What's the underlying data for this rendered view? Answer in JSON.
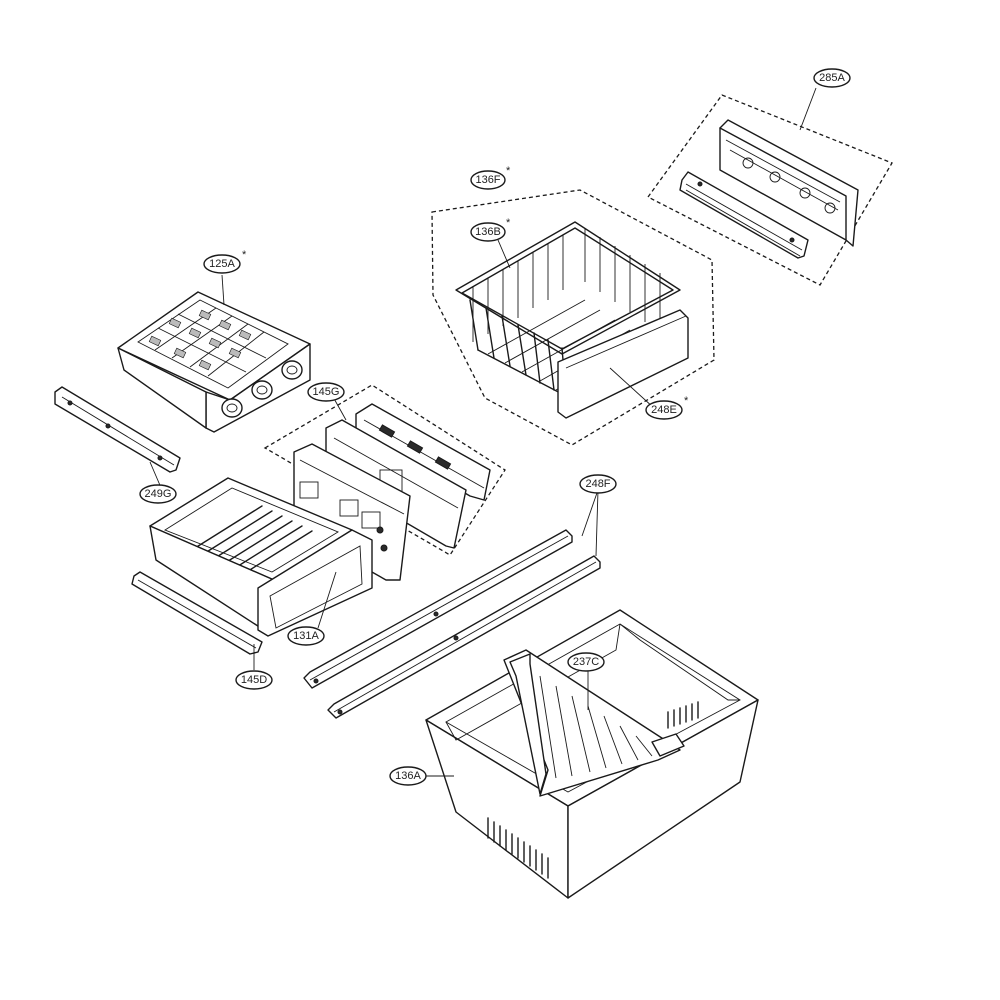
{
  "diagram": {
    "type": "exploded-parts-diagram",
    "callouts": {
      "c285A": {
        "label": "285A",
        "asterisk": ""
      },
      "c136F": {
        "label": "136F",
        "asterisk": "*"
      },
      "c136B": {
        "label": "136B",
        "asterisk": "*"
      },
      "c125A": {
        "label": "125A",
        "asterisk": "*"
      },
      "c145G": {
        "label": "145G",
        "asterisk": ""
      },
      "c249G": {
        "label": "249G",
        "asterisk": ""
      },
      "c248E": {
        "label": "248E",
        "asterisk": "*"
      },
      "c248F": {
        "label": "248F",
        "asterisk": ""
      },
      "c131A": {
        "label": "131A",
        "asterisk": ""
      },
      "c145D": {
        "label": "145D",
        "asterisk": ""
      },
      "c237C": {
        "label": "237C",
        "asterisk": ""
      },
      "c136A": {
        "label": "136A",
        "asterisk": ""
      }
    }
  }
}
